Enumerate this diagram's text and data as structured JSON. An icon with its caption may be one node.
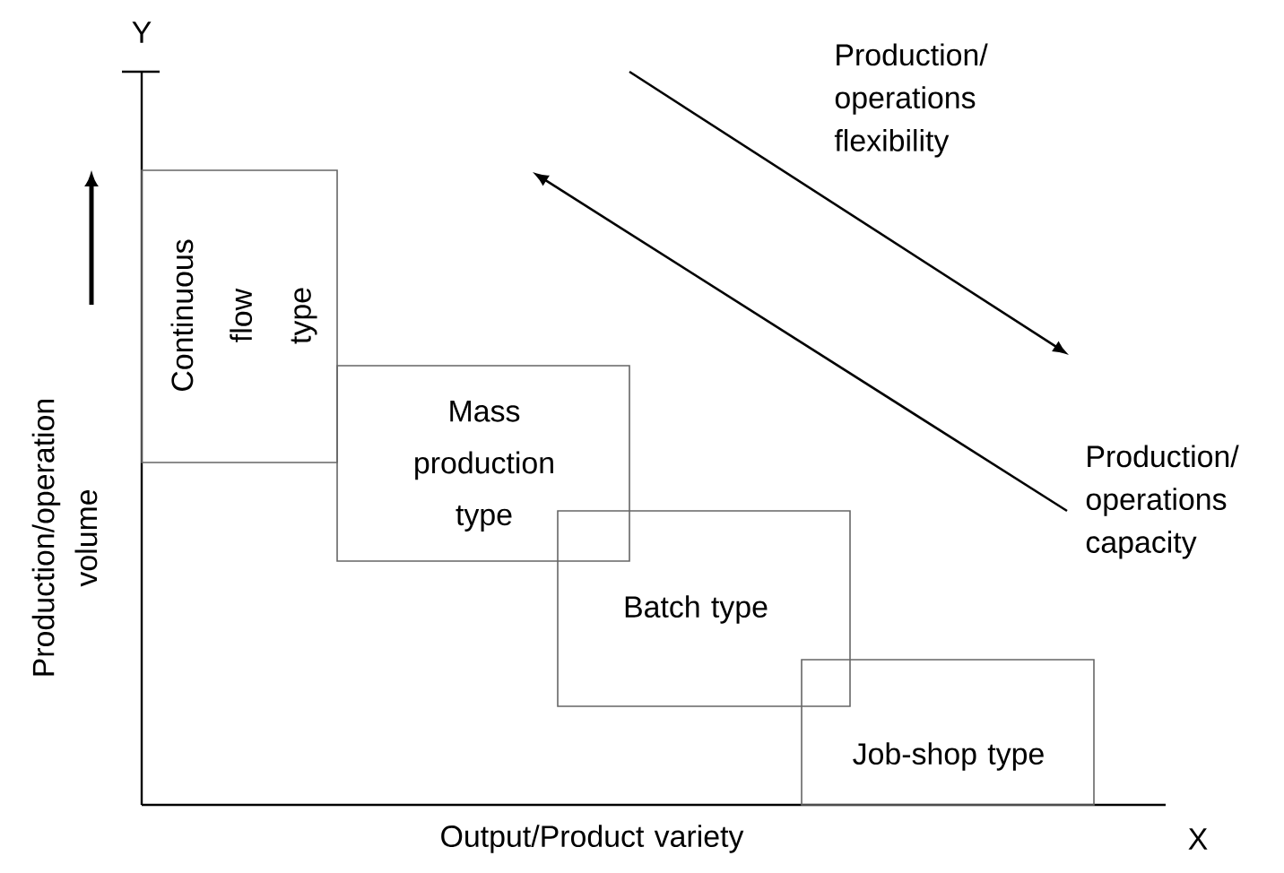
{
  "diagram": {
    "nodes": [
      {
        "text": [
          "Continuous flow type"
        ]
      },
      {
        "text": [
          "Mass production type"
        ]
      },
      {
        "text": [
          "Batch type"
        ]
      },
      {
        "text": [
          "Job-shop type"
        ]
      }
    ],
    "labels": [
      "Y",
      "Production/operation volume",
      "Production/ operations flexibility",
      "Production/ operations capacity",
      "Output/Product variety",
      "X"
    ]
  }
}
